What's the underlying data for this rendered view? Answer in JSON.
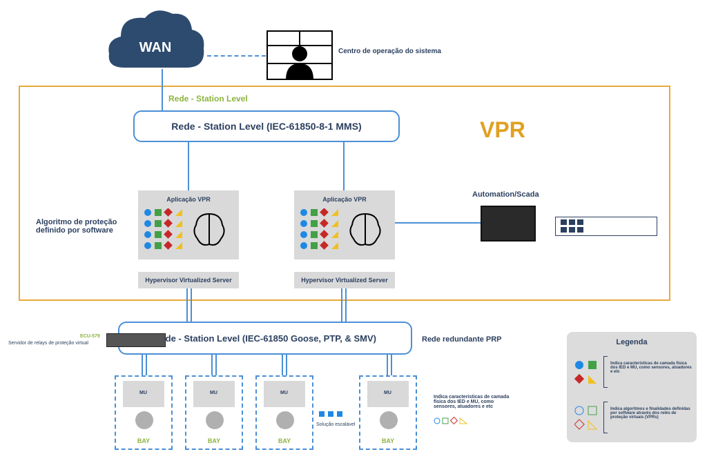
{
  "wan": "WAN",
  "centro": "Centro de operação do sistema",
  "station_top": "Rede - Station Level",
  "vpr": "VPR",
  "mms": "Rede - Station Level (IEC-61850-8-1 MMS)",
  "app": "Aplicação VPR",
  "hyper": "Hypervisor Virtualized Server",
  "algo": "Algoritmo de proteção definido por software",
  "scada": "Automation/Scada",
  "goose": "Rede - Station Level (IEC-61850 Goose, PTP, & SMV)",
  "prp": "Rede redundante PRP",
  "ecu": "ECU-579",
  "ecu_desc": "Servidor de relays de proteção virtual",
  "mu": "MU",
  "bay": "BAY",
  "scalable": "Solução escalável",
  "ind_text": "Indica características de camada física dos IED e MU, como sensores, atuadores e etc",
  "legend": "Legenda",
  "leg1": "Indica características de camada física dos IED e MU, como sensores, atuadores e etc",
  "leg2": "Indica algoritmos e finalidades definidas por software através dos relés de proteção virtuais (VPRs)"
}
